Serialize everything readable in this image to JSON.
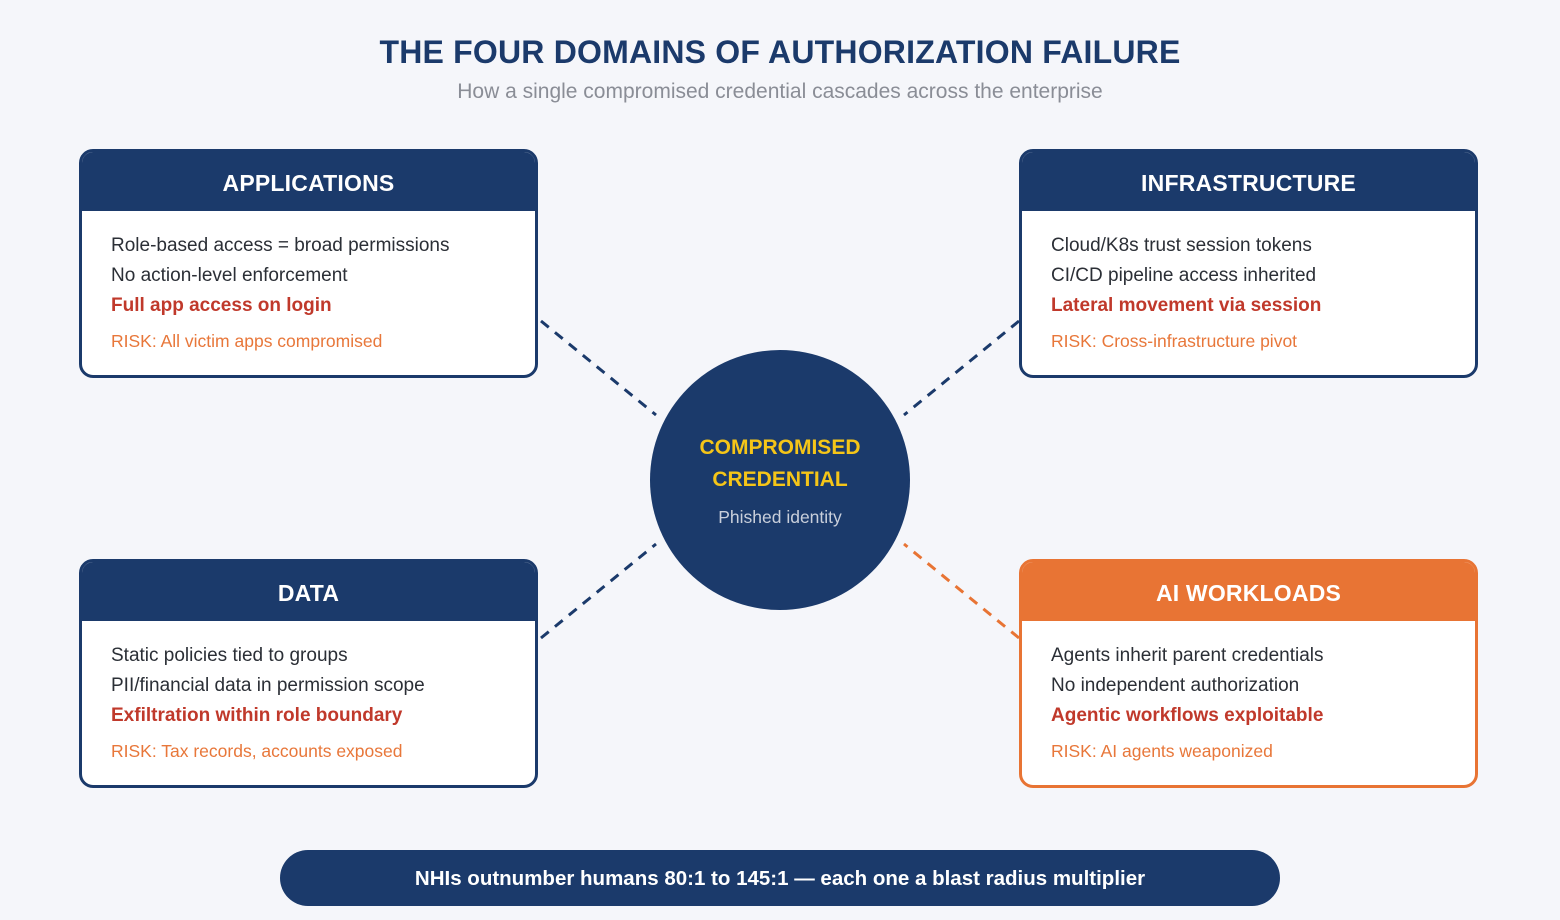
{
  "header": {
    "title": "THE FOUR DOMAINS OF AUTHORIZATION FAILURE",
    "subtitle": "How a single compromised credential cascades across the enterprise"
  },
  "center": {
    "title_line1": "COMPROMISED",
    "title_line2": "CREDENTIAL",
    "subtitle": "Phished identity"
  },
  "domains": [
    {
      "title": "APPLICATIONS",
      "lines": [
        "Role-based access = broad permissions",
        "No action-level enforcement"
      ],
      "impact": "Full app access on login",
      "risk": "RISK: All victim apps compromised"
    },
    {
      "title": "INFRASTRUCTURE",
      "lines": [
        "Cloud/K8s trust session tokens",
        "CI/CD pipeline access inherited"
      ],
      "impact": "Lateral movement via session",
      "risk": "RISK: Cross-infrastructure pivot"
    },
    {
      "title": "DATA",
      "lines": [
        "Static policies tied to groups",
        "PII/financial data in permission scope"
      ],
      "impact": "Exfiltration within role boundary",
      "risk": "RISK: Tax records, accounts exposed"
    },
    {
      "title": "AI WORKLOADS",
      "lines": [
        "Agents inherit parent credentials",
        "No independent authorization"
      ],
      "impact": "Agentic workflows exploitable",
      "risk": "RISK: AI agents weaponized"
    }
  ],
  "footer": {
    "text": "NHIs outnumber humans 80:1 to 145:1 — each one a blast radius multiplier"
  },
  "colors": {
    "primary": "#1b3a6b",
    "accent": "#e87434",
    "impact": "#c0392b",
    "highlight": "#f5c518",
    "background": "#f5f6fa"
  }
}
